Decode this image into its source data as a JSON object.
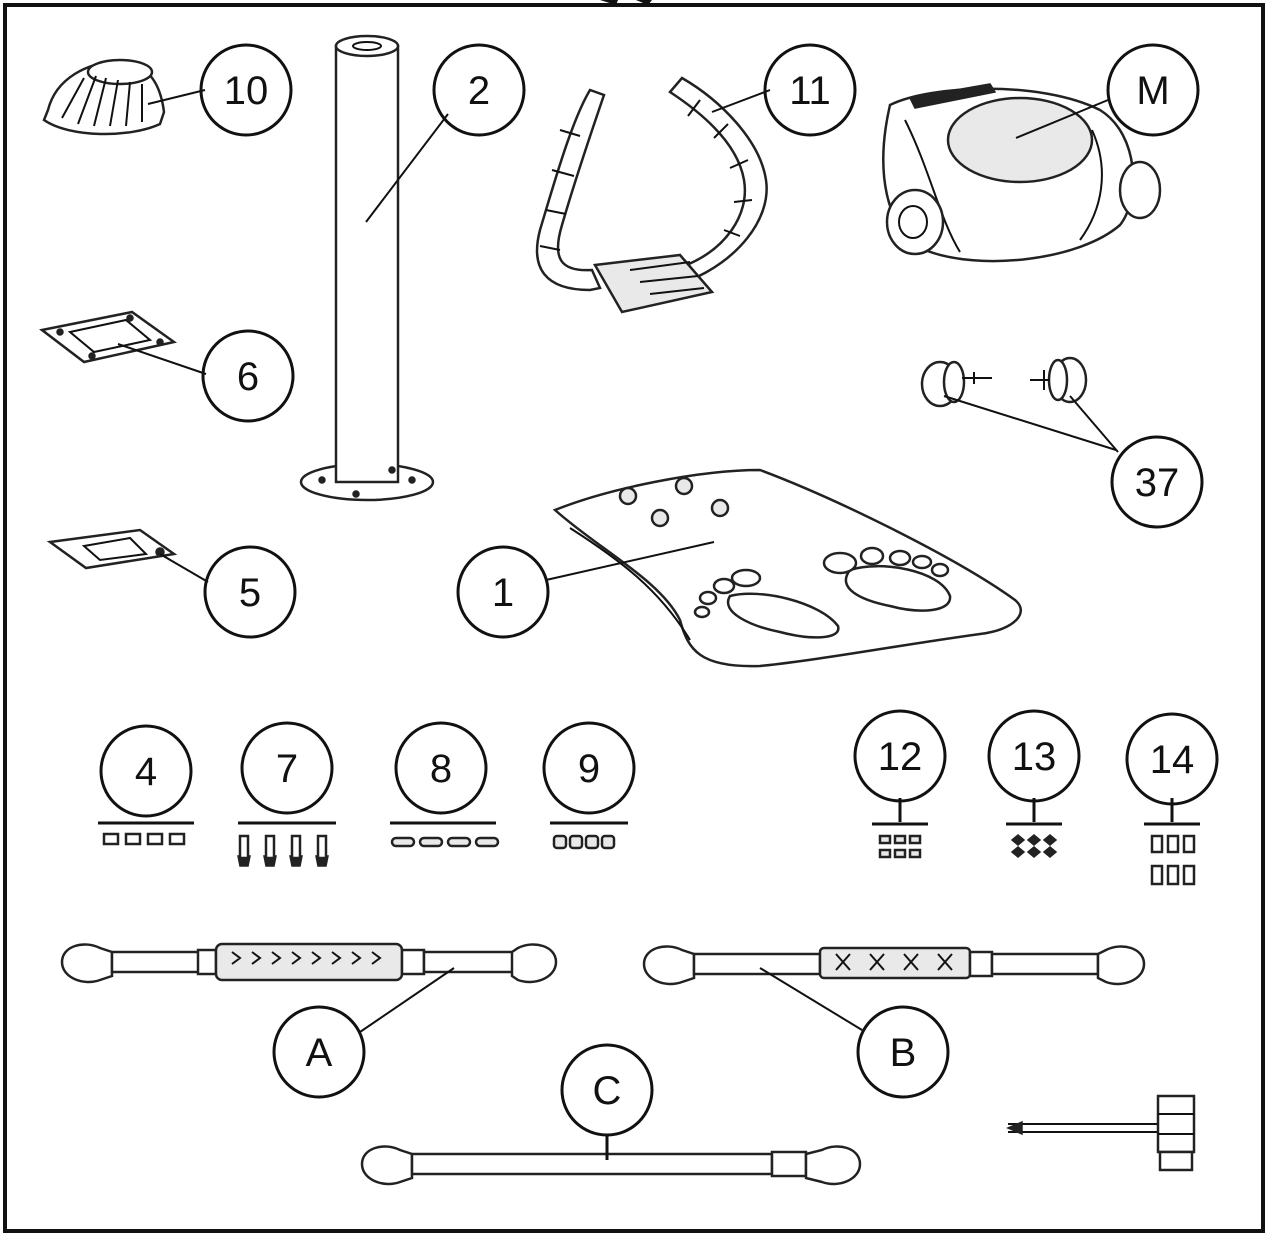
{
  "labels": {
    "part_10": "10",
    "part_2": "2",
    "part_11": "11",
    "part_m": "M",
    "part_6": "6",
    "part_37": "37",
    "part_5": "5",
    "part_1": "1",
    "part_4": "4",
    "part_7": "7",
    "part_8": "8",
    "part_9": "9",
    "part_12": "12",
    "part_13": "13",
    "part_14": "14",
    "part_a": "A",
    "part_b": "B",
    "part_c": "C"
  },
  "colors": {
    "line": "#111111",
    "background": "#ffffff"
  }
}
